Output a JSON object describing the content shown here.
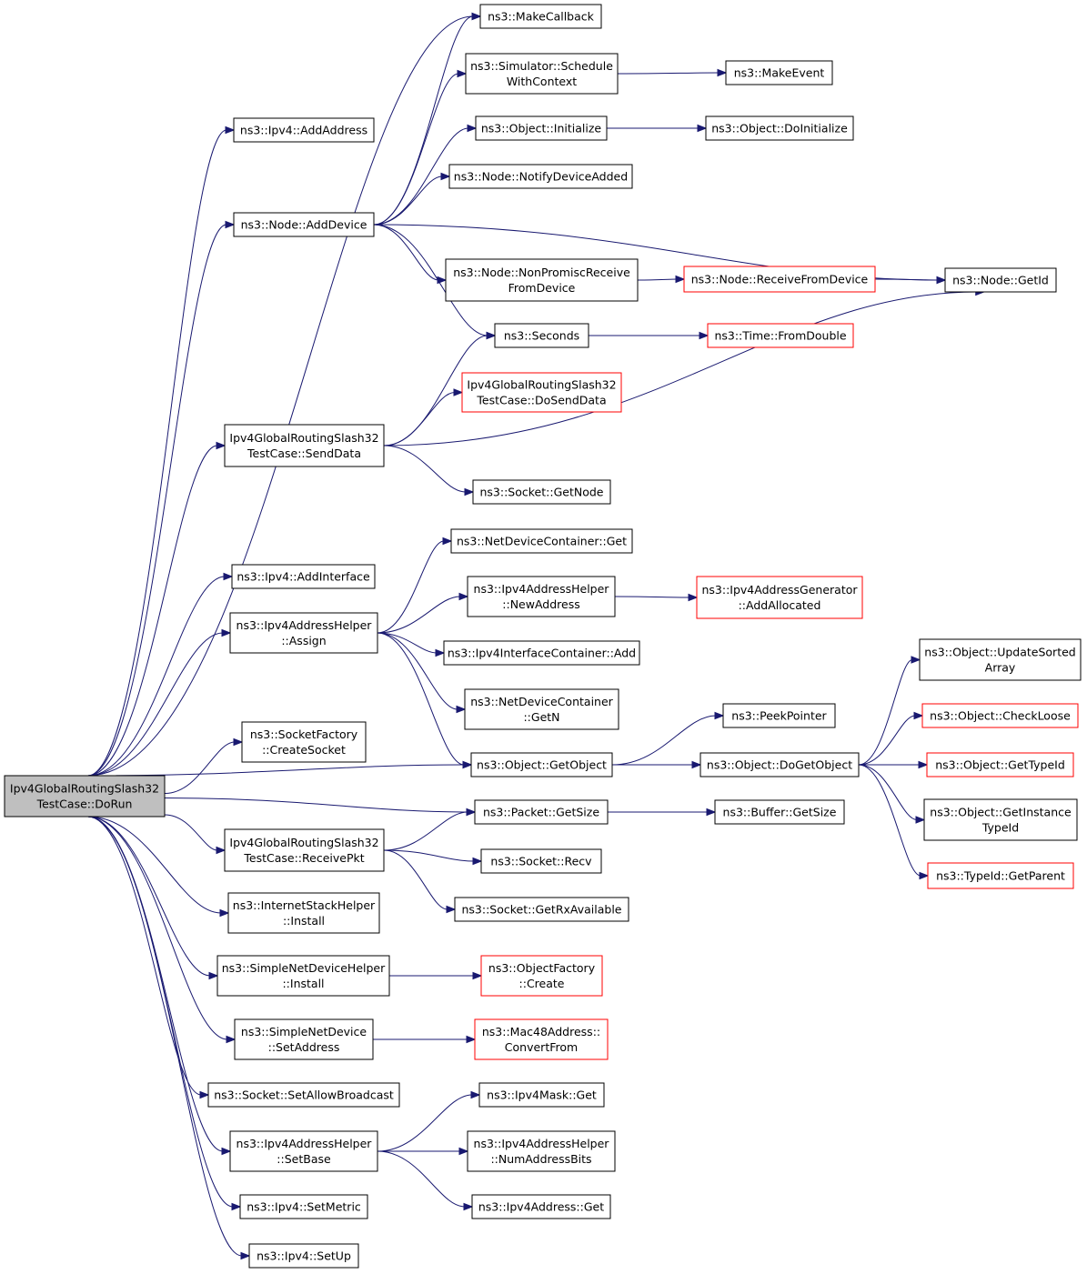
{
  "colors": {
    "edge": "#191970",
    "normal_border": "#000000",
    "undocumented_border": "#ff0000",
    "root_fill": "#bfbfbf"
  },
  "nodes": {
    "root": {
      "lines": [
        "Ipv4GlobalRoutingSlash32",
        "TestCase::DoRun"
      ],
      "style": "root"
    },
    "ipv4_addaddress": {
      "lines": [
        "ns3::Ipv4::AddAddress"
      ],
      "style": "normal"
    },
    "node_adddevice": {
      "lines": [
        "ns3::Node::AddDevice"
      ],
      "style": "normal"
    },
    "senddata": {
      "lines": [
        "Ipv4GlobalRoutingSlash32",
        "TestCase::SendData"
      ],
      "style": "normal"
    },
    "ipv4_addinterface": {
      "lines": [
        "ns3::Ipv4::AddInterface"
      ],
      "style": "normal"
    },
    "addrhelper_assign": {
      "lines": [
        "ns3::Ipv4AddressHelper",
        "::Assign"
      ],
      "style": "normal"
    },
    "socketfactory_create": {
      "lines": [
        "ns3::SocketFactory",
        "::CreateSocket"
      ],
      "style": "normal"
    },
    "receivepkt": {
      "lines": [
        "Ipv4GlobalRoutingSlash32",
        "TestCase::ReceivePkt"
      ],
      "style": "normal"
    },
    "internetstack_install": {
      "lines": [
        "ns3::InternetStackHelper",
        "::Install"
      ],
      "style": "normal"
    },
    "simplehelper_install": {
      "lines": [
        "ns3::SimpleNetDeviceHelper",
        "::Install"
      ],
      "style": "normal"
    },
    "simpledev_setaddress": {
      "lines": [
        "ns3::SimpleNetDevice",
        "::SetAddress"
      ],
      "style": "normal"
    },
    "socket_setallowbroadcast": {
      "lines": [
        "ns3::Socket::SetAllowBroadcast"
      ],
      "style": "normal"
    },
    "addrhelper_setbase": {
      "lines": [
        "ns3::Ipv4AddressHelper",
        "::SetBase"
      ],
      "style": "normal"
    },
    "ipv4_setmetric": {
      "lines": [
        "ns3::Ipv4::SetMetric"
      ],
      "style": "normal"
    },
    "ipv4_setup": {
      "lines": [
        "ns3::Ipv4::SetUp"
      ],
      "style": "normal"
    },
    "makecallback": {
      "lines": [
        "ns3::MakeCallback"
      ],
      "style": "normal"
    },
    "sim_schedulewithcontext": {
      "lines": [
        "ns3::Simulator::Schedule",
        "WithContext"
      ],
      "style": "normal"
    },
    "object_initialize": {
      "lines": [
        "ns3::Object::Initialize"
      ],
      "style": "normal"
    },
    "node_notifydeviceadded": {
      "lines": [
        "ns3::Node::NotifyDeviceAdded"
      ],
      "style": "normal"
    },
    "node_nonpromisc": {
      "lines": [
        "ns3::Node::NonPromiscReceive",
        "FromDevice"
      ],
      "style": "normal"
    },
    "seconds": {
      "lines": [
        "ns3::Seconds"
      ],
      "style": "normal"
    },
    "dosenddata": {
      "lines": [
        "Ipv4GlobalRoutingSlash32",
        "TestCase::DoSendData"
      ],
      "style": "undocumented"
    },
    "socket_getnode": {
      "lines": [
        "ns3::Socket::GetNode"
      ],
      "style": "normal"
    },
    "netdevcontainer_get": {
      "lines": [
        "ns3::NetDeviceContainer::Get"
      ],
      "style": "normal"
    },
    "addrhelper_newaddress": {
      "lines": [
        "ns3::Ipv4AddressHelper",
        "::NewAddress"
      ],
      "style": "normal"
    },
    "ifcontainer_add": {
      "lines": [
        "ns3::Ipv4InterfaceContainer::Add"
      ],
      "style": "normal"
    },
    "netdevcontainer_getn": {
      "lines": [
        "ns3::NetDeviceContainer",
        "::GetN"
      ],
      "style": "normal"
    },
    "object_getobject": {
      "lines": [
        "ns3::Object::GetObject"
      ],
      "style": "normal"
    },
    "packet_getsize": {
      "lines": [
        "ns3::Packet::GetSize"
      ],
      "style": "normal"
    },
    "socket_recv": {
      "lines": [
        "ns3::Socket::Recv"
      ],
      "style": "normal"
    },
    "socket_getrxavailable": {
      "lines": [
        "ns3::Socket::GetRxAvailable"
      ],
      "style": "normal"
    },
    "objectfactory_create": {
      "lines": [
        "ns3::ObjectFactory",
        "::Create"
      ],
      "style": "undocumented"
    },
    "mac48_convertfrom": {
      "lines": [
        "ns3::Mac48Address::",
        "ConvertFrom"
      ],
      "style": "undocumented"
    },
    "ipv4mask_get": {
      "lines": [
        "ns3::Ipv4Mask::Get"
      ],
      "style": "normal"
    },
    "addrhelper_numaddressbits": {
      "lines": [
        "ns3::Ipv4AddressHelper",
        "::NumAddressBits"
      ],
      "style": "normal"
    },
    "ipv4address_get": {
      "lines": [
        "ns3::Ipv4Address::Get"
      ],
      "style": "normal"
    },
    "makeevent": {
      "lines": [
        "ns3::MakeEvent"
      ],
      "style": "normal"
    },
    "object_doinitialize": {
      "lines": [
        "ns3::Object::DoInitialize"
      ],
      "style": "normal"
    },
    "node_receivefromdevice": {
      "lines": [
        "ns3::Node::ReceiveFromDevice"
      ],
      "style": "undocumented"
    },
    "time_fromdouble": {
      "lines": [
        "ns3::Time::FromDouble"
      ],
      "style": "undocumented"
    },
    "addrgen_addallocated": {
      "lines": [
        "ns3::Ipv4AddressGenerator",
        "::AddAllocated"
      ],
      "style": "undocumented"
    },
    "peekpointer": {
      "lines": [
        "ns3::PeekPointer"
      ],
      "style": "normal"
    },
    "object_dogetobject": {
      "lines": [
        "ns3::Object::DoGetObject"
      ],
      "style": "normal"
    },
    "buffer_getsize": {
      "lines": [
        "ns3::Buffer::GetSize"
      ],
      "style": "normal"
    },
    "node_getid": {
      "lines": [
        "ns3::Node::GetId"
      ],
      "style": "normal"
    },
    "object_updatesorted": {
      "lines": [
        "ns3::Object::UpdateSorted",
        "Array"
      ],
      "style": "normal"
    },
    "object_checkloose": {
      "lines": [
        "ns3::Object::CheckLoose"
      ],
      "style": "undocumented"
    },
    "object_gettypeid": {
      "lines": [
        "ns3::Object::GetTypeId"
      ],
      "style": "undocumented"
    },
    "object_getinstancetypeid": {
      "lines": [
        "ns3::Object::GetInstance",
        "TypeId"
      ],
      "style": "normal"
    },
    "typeid_getparent": {
      "lines": [
        "ns3::TypeId::GetParent"
      ],
      "style": "undocumented"
    }
  },
  "edges": [
    [
      "root",
      "ipv4_addaddress"
    ],
    [
      "root",
      "node_adddevice"
    ],
    [
      "root",
      "senddata"
    ],
    [
      "root",
      "ipv4_addinterface"
    ],
    [
      "root",
      "addrhelper_assign"
    ],
    [
      "root",
      "object_getobject"
    ],
    [
      "root",
      "socketfactory_create"
    ],
    [
      "root",
      "packet_getsize"
    ],
    [
      "root",
      "receivepkt"
    ],
    [
      "root",
      "internetstack_install"
    ],
    [
      "root",
      "simplehelper_install"
    ],
    [
      "root",
      "simpledev_setaddress"
    ],
    [
      "root",
      "socket_setallowbroadcast"
    ],
    [
      "root",
      "addrhelper_setbase"
    ],
    [
      "root",
      "ipv4_setmetric"
    ],
    [
      "root",
      "ipv4_setup"
    ],
    [
      "root",
      "makecallback"
    ],
    [
      "node_adddevice",
      "makecallback"
    ],
    [
      "node_adddevice",
      "sim_schedulewithcontext"
    ],
    [
      "node_adddevice",
      "object_initialize"
    ],
    [
      "node_adddevice",
      "node_notifydeviceadded"
    ],
    [
      "node_adddevice",
      "node_getid"
    ],
    [
      "node_adddevice",
      "node_nonpromisc"
    ],
    [
      "node_adddevice",
      "seconds"
    ],
    [
      "sim_schedulewithcontext",
      "makeevent"
    ],
    [
      "object_initialize",
      "object_doinitialize"
    ],
    [
      "node_nonpromisc",
      "node_receivefromdevice"
    ],
    [
      "node_receivefromdevice",
      "node_getid"
    ],
    [
      "seconds",
      "time_fromdouble"
    ],
    [
      "senddata",
      "seconds"
    ],
    [
      "senddata",
      "dosenddata"
    ],
    [
      "senddata",
      "node_getid"
    ],
    [
      "senddata",
      "socket_getnode"
    ],
    [
      "addrhelper_assign",
      "netdevcontainer_get"
    ],
    [
      "addrhelper_assign",
      "addrhelper_newaddress"
    ],
    [
      "addrhelper_assign",
      "ifcontainer_add"
    ],
    [
      "addrhelper_assign",
      "netdevcontainer_getn"
    ],
    [
      "addrhelper_assign",
      "object_getobject"
    ],
    [
      "addrhelper_newaddress",
      "addrgen_addallocated"
    ],
    [
      "object_getobject",
      "peekpointer"
    ],
    [
      "object_getobject",
      "object_dogetobject"
    ],
    [
      "object_dogetobject",
      "object_updatesorted"
    ],
    [
      "object_dogetobject",
      "object_checkloose"
    ],
    [
      "object_dogetobject",
      "object_gettypeid"
    ],
    [
      "object_dogetobject",
      "object_getinstancetypeid"
    ],
    [
      "object_dogetobject",
      "typeid_getparent"
    ],
    [
      "packet_getsize",
      "buffer_getsize"
    ],
    [
      "receivepkt",
      "packet_getsize"
    ],
    [
      "receivepkt",
      "socket_recv"
    ],
    [
      "receivepkt",
      "socket_getrxavailable"
    ],
    [
      "simplehelper_install",
      "objectfactory_create"
    ],
    [
      "simpledev_setaddress",
      "mac48_convertfrom"
    ],
    [
      "addrhelper_setbase",
      "ipv4mask_get"
    ],
    [
      "addrhelper_setbase",
      "addrhelper_numaddressbits"
    ],
    [
      "addrhelper_setbase",
      "ipv4address_get"
    ]
  ]
}
